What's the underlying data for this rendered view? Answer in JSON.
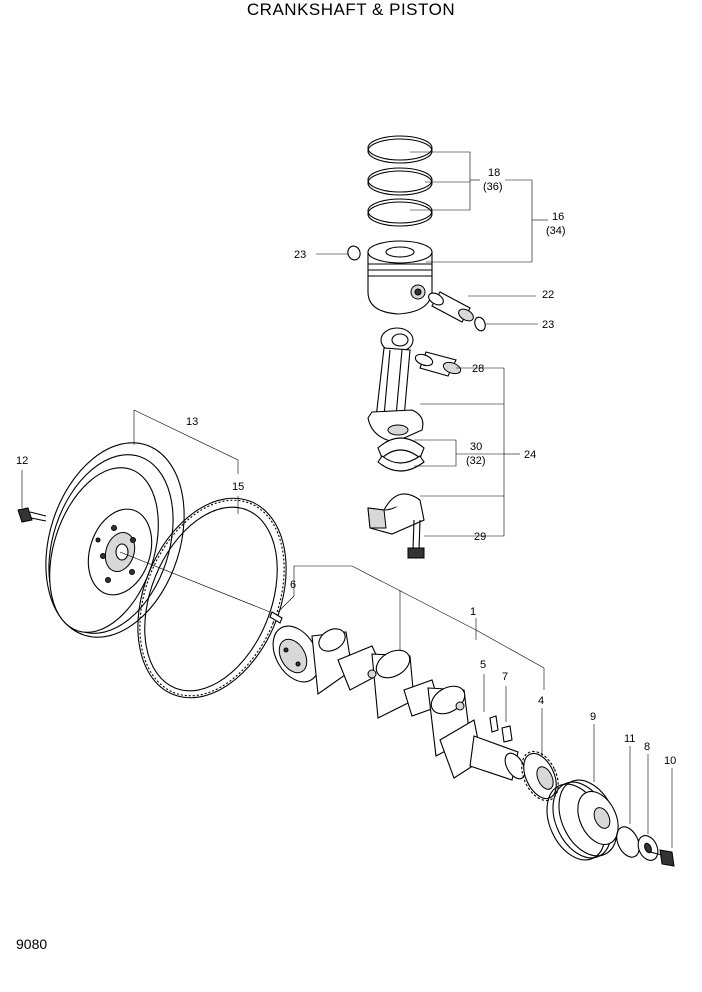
{
  "title": "CRANKSHAFT & PISTON",
  "page_number": "9080",
  "callouts": {
    "c1": "1",
    "c4": "4",
    "c5": "5",
    "c6": "6",
    "c7": "7",
    "c8": "8",
    "c9": "9",
    "c10": "10",
    "c11": "11",
    "c12": "12",
    "c13": "13",
    "c15": "15",
    "c16": "16",
    "c16b": "(34)",
    "c18": "18",
    "c18b": "(36)",
    "c22": "22",
    "c23a": "23",
    "c23b": "23",
    "c24": "24",
    "c28": "28",
    "c29": "29",
    "c30": "30",
    "c30b": "(32)"
  }
}
